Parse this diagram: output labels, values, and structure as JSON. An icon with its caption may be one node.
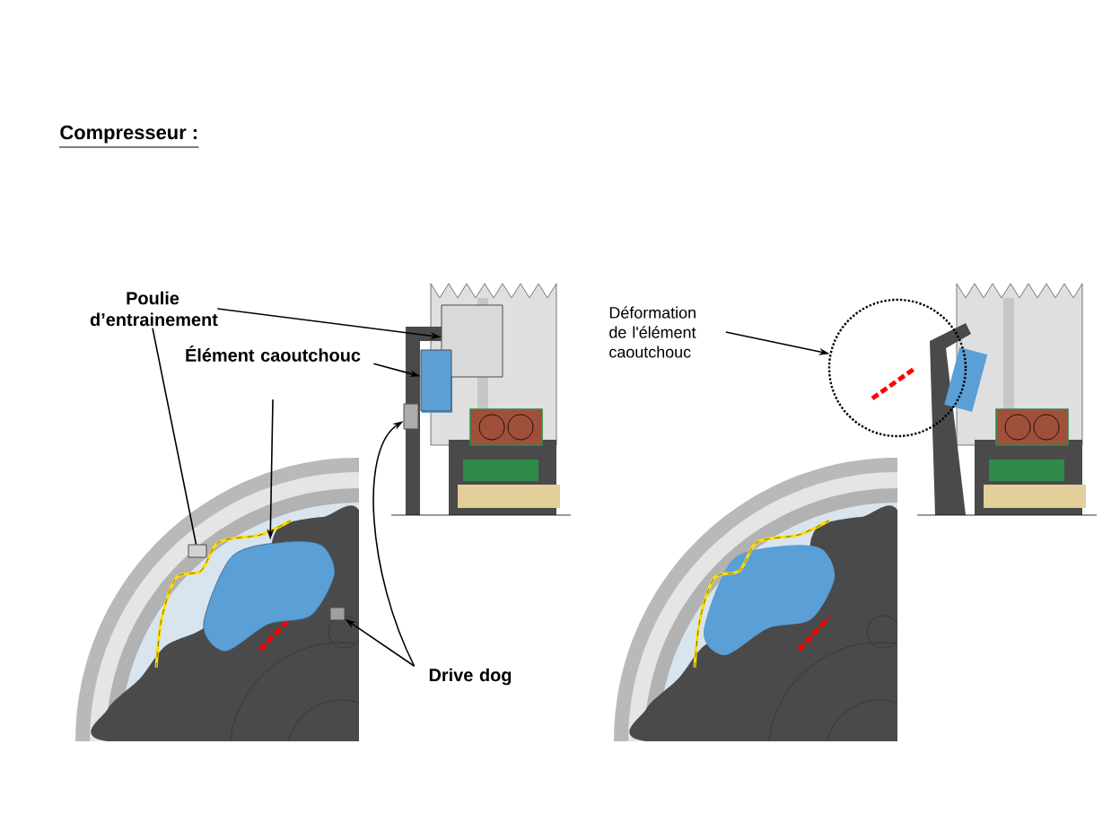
{
  "diagram": {
    "title": "Compresseur :",
    "nodes": [
      {
        "text": [
          "Poulie d’entrainement"
        ]
      },
      {
        "text": [],
        "shape": "box"
      },
      {
        "text": [],
        "shape": "box"
      },
      {
        "text": [
          "Élément caoutchouc"
        ]
      },
      {
        "text": [],
        "shape": "box"
      },
      {
        "text": [],
        "shape": "picture"
      },
      {
        "text": [
          "Drive dog"
        ]
      },
      {
        "text": [],
        "shape": "box"
      },
      {
        "text": [],
        "shape": "box"
      },
      {
        "text": [
          "Déformation de l'élément caoutchouc"
        ]
      },
      {
        "text": [],
        "shape": "circle"
      }
    ],
    "edges": [
      {
        "from": 0,
        "to": 1,
        "arrow": "to"
      },
      {
        "from": 0,
        "to": 2,
        "arrow": "none"
      },
      {
        "from": 3,
        "to": 4,
        "arrow": "to"
      },
      {
        "from": 3,
        "to": 5,
        "arrow": "to"
      },
      {
        "from": 6,
        "to": 7,
        "arrow": "to"
      },
      {
        "from": 6,
        "to": 8,
        "arrow": "to"
      },
      {
        "from": 9,
        "to": 10,
        "arrow": "to"
      }
    ]
  }
}
